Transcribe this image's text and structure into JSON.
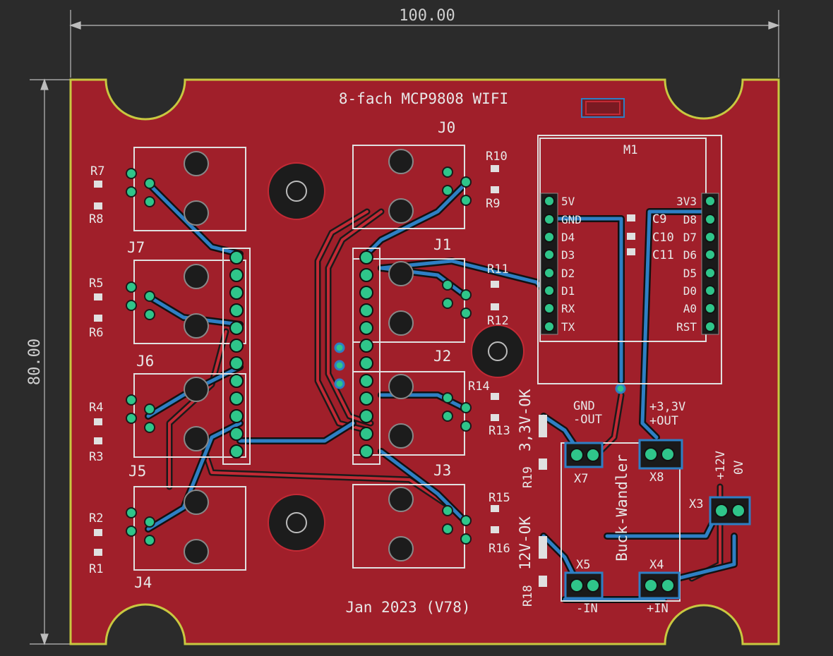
{
  "dimensions": {
    "width": "100.00",
    "height": "80.00"
  },
  "board": {
    "title": "8-fach MCP9808 WIFI",
    "date": "Jan 2023 (V78)",
    "module_label": "M1",
    "buck_label": "Buck-Wandler"
  },
  "colors": {
    "background": "#2b2b2b",
    "copper_top": "#a01f2a",
    "copper_bottom": "#2e7fc4",
    "outline": "#c8c840",
    "silkscreen": "#e8e8e8",
    "pad": "#2fc58a"
  },
  "connectors": {
    "j0": "J0",
    "j1": "J1",
    "j2": "J2",
    "j3": "J3",
    "j4": "J4",
    "j5": "J5",
    "j6": "J6",
    "j7": "J7"
  },
  "resistors": {
    "r1": "R1",
    "r2": "R2",
    "r3": "R3",
    "r4": "R4",
    "r5": "R5",
    "r6": "R6",
    "r7": "R7",
    "r8": "R8",
    "r9": "R9",
    "r10": "R10",
    "r11": "R11",
    "r12": "R12",
    "r13": "R13",
    "r14": "R14",
    "r15": "R15",
    "r16": "R16",
    "r18": "R18",
    "r19": "R19"
  },
  "capacitors": {
    "c9": "C9",
    "c10": "C10",
    "c11": "C11"
  },
  "module_pins_left": [
    "5V",
    "GND",
    "D4",
    "D3",
    "D2",
    "D1",
    "RX",
    "TX"
  ],
  "module_pins_right": [
    "3V3",
    "D8",
    "D7",
    "D6",
    "D5",
    "D0",
    "A0",
    "RST"
  ],
  "terminals": {
    "x3": "X3",
    "x4": "X4",
    "x5": "X5",
    "x7": "X7",
    "x8": "X8",
    "gnd_out": "GND",
    "gnd_out_sub": "-OUT",
    "v33_out": "+3,3V",
    "v33_out_sub": "+OUT",
    "minus_in": "-IN",
    "plus_in": "+IN",
    "v12": "+12V",
    "v0": "0V"
  },
  "leds": {
    "ok_33": "3,3V-OK",
    "ok_12": "12V-OK"
  }
}
